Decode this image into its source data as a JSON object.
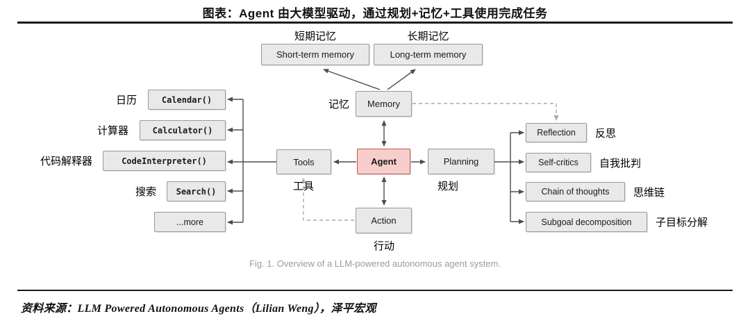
{
  "figure": {
    "title": "图表：Agent 由大模型驱动，通过规划+记忆+工具使用完成任务"
  },
  "diagram": {
    "memory_top": {
      "short_term": {
        "en": "Short-term memory",
        "cn": "短期记忆"
      },
      "long_term": {
        "en": "Long-term memory",
        "cn": "长期记忆"
      }
    },
    "nodes": {
      "memory": {
        "en": "Memory",
        "cn": "记忆"
      },
      "agent": {
        "en": "Agent"
      },
      "tools": {
        "en": "Tools",
        "cn": "工具"
      },
      "planning": {
        "en": "Planning",
        "cn": "规划"
      },
      "action": {
        "en": "Action",
        "cn": "行动"
      }
    },
    "tools_list": [
      {
        "en": "Calendar()",
        "cn": "日历"
      },
      {
        "en": "Calculator()",
        "cn": "计算器"
      },
      {
        "en": "CodeInterpreter()",
        "cn": "代码解释器"
      },
      {
        "en": "Search()",
        "cn": "搜索"
      },
      {
        "en": "...more",
        "cn": ""
      }
    ],
    "planning_list": [
      {
        "en": "Reflection",
        "cn": "反思"
      },
      {
        "en": "Self-critics",
        "cn": "自我批判"
      },
      {
        "en": "Chain of thoughts",
        "cn": "思维链"
      },
      {
        "en": "Subgoal decomposition",
        "cn": "子目标分解"
      }
    ],
    "caption": "Fig. 1. Overview of a LLM-powered autonomous agent system."
  },
  "footer": {
    "source": "资料来源：LLM Powered Autonomous Agents（Lilian Weng），泽平宏观"
  },
  "colors": {
    "node_fill": "#e9e9e9",
    "node_border": "#999999",
    "agent_fill": "#f8cecc",
    "agent_border": "#b85450",
    "arrow_solid": "#4d4d4d",
    "arrow_dashed": "#aaaaaa",
    "rule": "#1a1a1a",
    "caption_text": "#9b9b9b"
  }
}
